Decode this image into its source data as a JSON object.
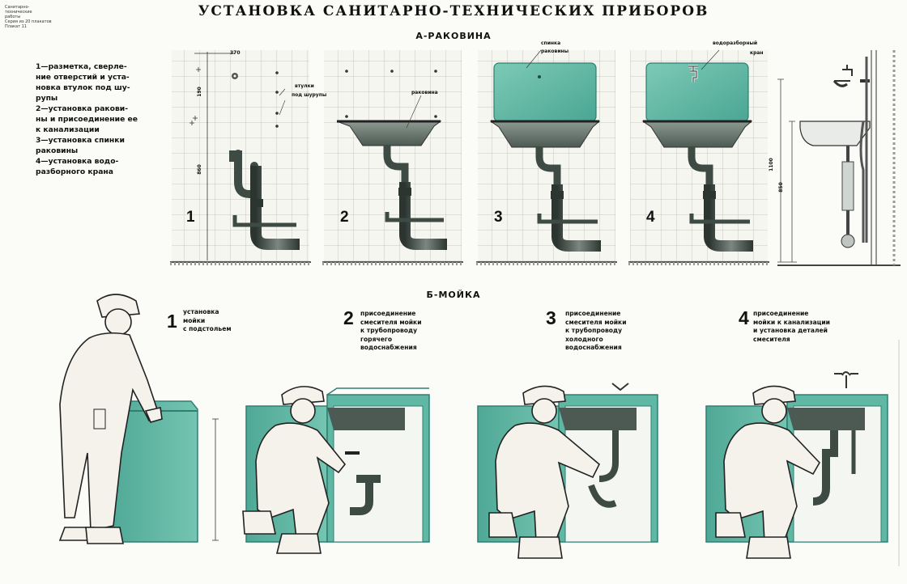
{
  "series_note": "Санитарно-\nтехнические\nработы\nСерия из 20 плакатов\nПлакат 11",
  "title": "УСТАНОВКА  САНИТАРНО-ТЕХНИЧЕСКИХ  ПРИБОРОВ",
  "section_a": {
    "title": "А-РАКОВИНА",
    "steps": [
      "1—разметка, сверле-ние отверстий и уста-новка втулок под шу-рупы",
      "2—установка ракови-ны и присоединение ее к канализации",
      "3—установка спинки раковины",
      "4—установка водо-разборного крана"
    ],
    "panels": [
      {
        "number": "1",
        "labels": [
          "втулки",
          "под шурупы"
        ],
        "dims": [
          "370",
          "190",
          "860"
        ]
      },
      {
        "number": "2",
        "labels": [
          "раковина"
        ]
      },
      {
        "number": "3",
        "labels": [
          "спинка",
          "раковины"
        ]
      },
      {
        "number": "4",
        "labels": [
          "водоразборный",
          "кран"
        ]
      }
    ],
    "side_dims": [
      "1100",
      "850"
    ]
  },
  "section_b": {
    "title": "Б-МОЙКА",
    "steps": [
      {
        "number": "1",
        "caption": [
          "установка",
          "мойки",
          "с подстольем"
        ]
      },
      {
        "number": "2",
        "caption": [
          "присоединение",
          "смесителя мойки",
          "к трубопроводу",
          "горячего",
          "водоснабжения"
        ]
      },
      {
        "number": "3",
        "caption": [
          "присоединение",
          "смесителя мойки",
          "к трубопроводу",
          "холодного",
          "водоснабжения"
        ]
      },
      {
        "number": "4",
        "caption": [
          "присоединение",
          "мойки к канализации",
          "и установка деталей",
          "смесителя"
        ]
      }
    ]
  },
  "colors": {
    "teal": "#5fb8a4",
    "teal_dark": "#2f7f72",
    "pipe": "#3e4a44",
    "grid": "#b9bdb6",
    "ink": "#111111",
    "paper": "#fbfbf7"
  }
}
